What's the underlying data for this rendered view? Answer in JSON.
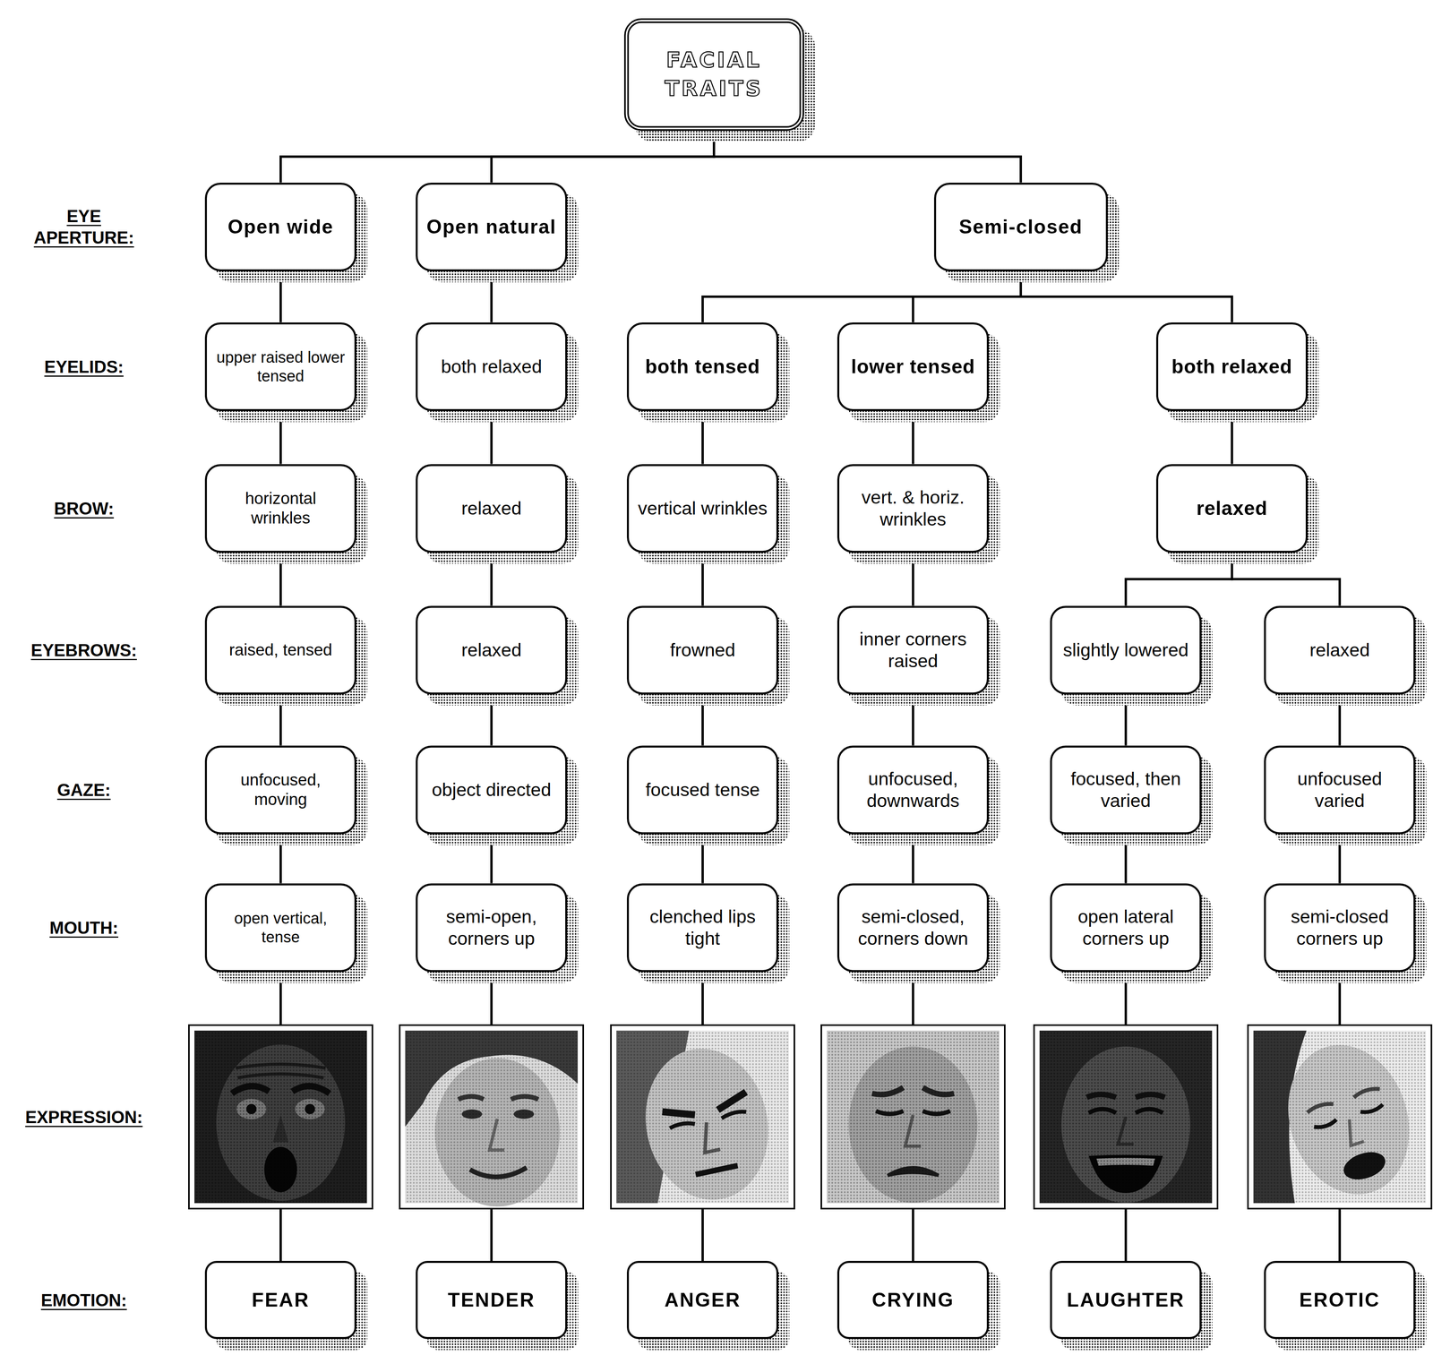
{
  "diagram": {
    "nodes": [
      {
        "text": [
          "FACIAL TRAITS"
        ]
      },
      {
        "text": [
          "Open wide"
        ]
      },
      {
        "text": [
          "Open natural"
        ]
      },
      {
        "text": [
          "Semi-closed"
        ]
      },
      {
        "text": [
          "upper raised lower tensed"
        ]
      },
      {
        "text": [
          "both relaxed"
        ]
      },
      {
        "text": [
          "both tensed"
        ]
      },
      {
        "text": [
          "lower tensed"
        ]
      },
      {
        "text": [
          "both relaxed"
        ]
      },
      {
        "text": [
          "horizontal wrinkles"
        ]
      },
      {
        "text": [
          "relaxed"
        ]
      },
      {
        "text": [
          "vertical wrinkles"
        ]
      },
      {
        "text": [
          "vert. & horiz. wrinkles"
        ]
      },
      {
        "text": [
          "relaxed"
        ]
      },
      {
        "text": [
          "raised, tensed"
        ]
      },
      {
        "text": [
          "relaxed"
        ]
      },
      {
        "text": [
          "frowned"
        ]
      },
      {
        "text": [
          "inner corners raised"
        ]
      },
      {
        "text": [
          "slightly lowered"
        ]
      },
      {
        "text": [
          "relaxed"
        ]
      },
      {
        "text": [
          "unfocused, moving"
        ]
      },
      {
        "text": [
          "object directed"
        ]
      },
      {
        "text": [
          "focused tense"
        ]
      },
      {
        "text": [
          "unfocused, downwards"
        ]
      },
      {
        "text": [
          "focused, then varied"
        ]
      },
      {
        "text": [
          "unfocused varied"
        ]
      },
      {
        "text": [
          "open vertical, tense"
        ]
      },
      {
        "text": [
          "semi-open, corners up"
        ]
      },
      {
        "text": [
          "clenched lips tight"
        ]
      },
      {
        "text": [
          "semi-closed, corners down"
        ]
      },
      {
        "text": [
          "open lateral corners up"
        ]
      },
      {
        "text": [
          "semi-closed corners up"
        ]
      },
      {
        "text": [
          "FEAR"
        ]
      },
      {
        "text": [
          "TENDER"
        ]
      },
      {
        "text": [
          "ANGER"
        ]
      },
      {
        "text": [
          "CRYING"
        ]
      },
      {
        "text": [
          "LAUGHTER"
        ]
      },
      {
        "text": [
          "EROTIC"
        ]
      }
    ],
    "edges": [
      {
        "from": 0,
        "to": 1,
        "arrow": "none"
      },
      {
        "from": 0,
        "to": 2,
        "arrow": "none"
      },
      {
        "from": 0,
        "to": 3,
        "arrow": "none"
      },
      {
        "from": 1,
        "to": 4,
        "arrow": "none"
      },
      {
        "from": 2,
        "to": 5,
        "arrow": "none"
      },
      {
        "from": 3,
        "to": 6,
        "arrow": "none"
      },
      {
        "from": 3,
        "to": 7,
        "arrow": "none"
      },
      {
        "from": 3,
        "to": 8,
        "arrow": "none"
      },
      {
        "from": 4,
        "to": 9,
        "arrow": "none"
      },
      {
        "from": 5,
        "to": 10,
        "arrow": "none"
      },
      {
        "from": 6,
        "to": 11,
        "arrow": "none"
      },
      {
        "from": 7,
        "to": 12,
        "arrow": "none"
      },
      {
        "from": 8,
        "to": 13,
        "arrow": "none"
      },
      {
        "from": 9,
        "to": 14,
        "arrow": "none"
      },
      {
        "from": 10,
        "to": 15,
        "arrow": "none"
      },
      {
        "from": 11,
        "to": 16,
        "arrow": "none"
      },
      {
        "from": 12,
        "to": 17,
        "arrow": "none"
      },
      {
        "from": 13,
        "to": 18,
        "arrow": "none"
      },
      {
        "from": 13,
        "to": 19,
        "arrow": "none"
      },
      {
        "from": 14,
        "to": 20,
        "arrow": "none"
      },
      {
        "from": 15,
        "to": 21,
        "arrow": "none"
      },
      {
        "from": 16,
        "to": 22,
        "arrow": "none"
      },
      {
        "from": 17,
        "to": 23,
        "arrow": "none"
      },
      {
        "from": 18,
        "to": 24,
        "arrow": "none"
      },
      {
        "from": 19,
        "to": 25,
        "arrow": "none"
      },
      {
        "from": 20,
        "to": 26,
        "arrow": "none"
      },
      {
        "from": 21,
        "to": 27,
        "arrow": "none"
      },
      {
        "from": 22,
        "to": 28,
        "arrow": "none"
      },
      {
        "from": 23,
        "to": 29,
        "arrow": "none"
      },
      {
        "from": 24,
        "to": 30,
        "arrow": "none"
      },
      {
        "from": 25,
        "to": 31,
        "arrow": "none"
      },
      {
        "from": 26,
        "to": 32,
        "arrow": "none"
      },
      {
        "from": 27,
        "to": 33,
        "arrow": "none"
      },
      {
        "from": 28,
        "to": 34,
        "arrow": "none"
      },
      {
        "from": 29,
        "to": 35,
        "arrow": "none"
      },
      {
        "from": 30,
        "to": 36,
        "arrow": "none"
      },
      {
        "from": 31,
        "to": 37,
        "arrow": "none"
      }
    ],
    "labels": [
      "EYE APERTURE:",
      "EYELIDS:",
      "BROW:",
      "EYEBROWS:",
      "GAZE:",
      "MOUTH:",
      "EXPRESSION:",
      "EMOTION:"
    ]
  }
}
